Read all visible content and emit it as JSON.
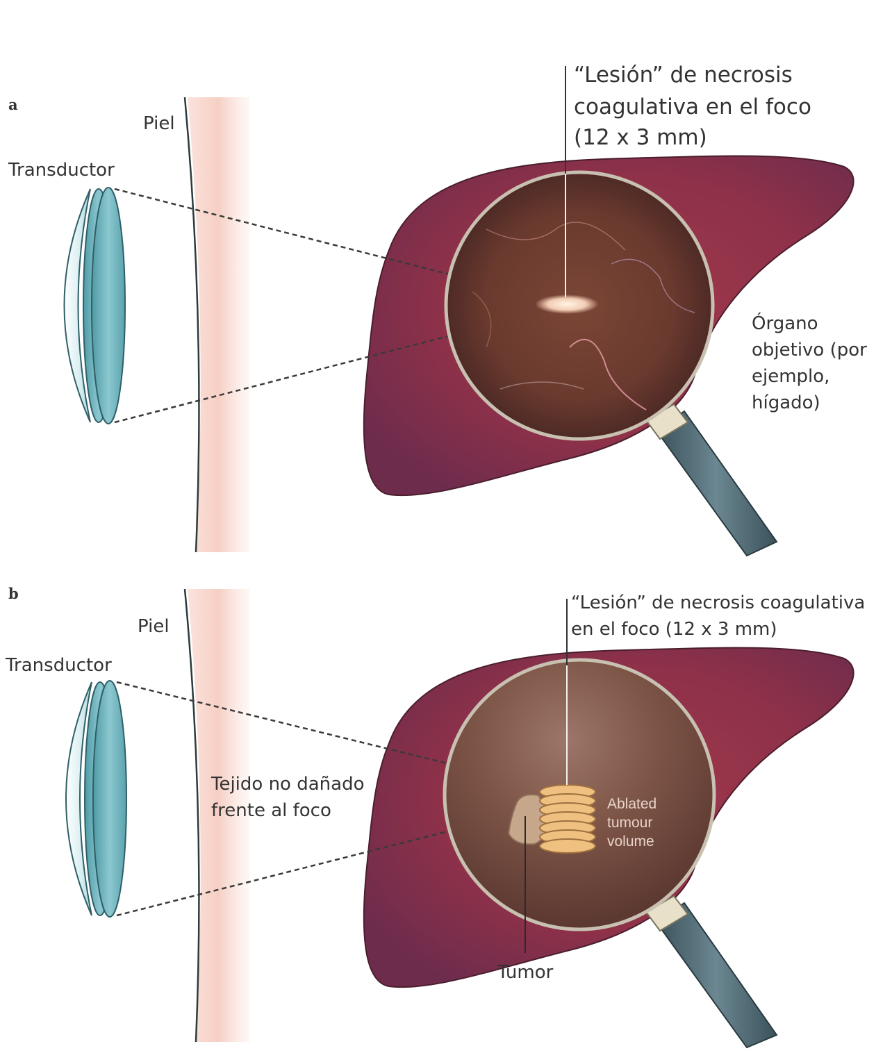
{
  "panel_a": {
    "letter": "a",
    "skin_label": "Piel",
    "transducer_label": "Transductor",
    "lesion_label_lines": [
      "“Lesión” de necrosis",
      "coagulativa en el foco",
      "(12 x 3 mm)"
    ],
    "organ_label_lines": [
      "Órgano",
      "objetivo (por",
      "ejemplo,",
      "hígado)"
    ]
  },
  "panel_b": {
    "letter": "b",
    "skin_label": "Piel",
    "transducer_label": "Transductor",
    "lesion_label_lines": [
      "“Lesión” de necrosis coagulativa",
      "en el foco (12 x 3 mm)"
    ],
    "undamaged_tissue_label_lines": [
      "Tejido no dañado",
      "frente al foco"
    ],
    "ablated_label_lines": [
      "Ablated",
      "tumour",
      "volume"
    ],
    "tumor_label": "Tumor"
  },
  "colors": {
    "liver": "#8b2f45",
    "skin_band": "#f7d3c9",
    "transducer": "#6aaeb8",
    "lens_handle": "#4c6670",
    "ablation_discs": "#f0c080"
  }
}
